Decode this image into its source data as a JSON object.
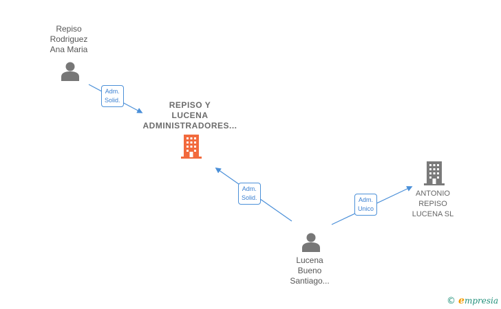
{
  "colors": {
    "edge": "#4a8fd8",
    "person_icon": "#777777",
    "main_company_icon": "#f26a3d",
    "other_company_icon": "#7a7a7a"
  },
  "nodes": {
    "person_repiso": {
      "lines": [
        "Repiso",
        "Rodriguez",
        "Ana Maria"
      ],
      "icon": "person-icon"
    },
    "company_main": {
      "lines": [
        "REPISO Y",
        "LUCENA",
        "ADMINISTRADORES..."
      ],
      "icon": "building-icon"
    },
    "company_antonio": {
      "lines": [
        "ANTONIO",
        "REPISO",
        "LUCENA SL"
      ],
      "icon": "building-icon"
    },
    "person_lucena": {
      "lines": [
        "Lucena",
        "Bueno",
        "Santiago..."
      ],
      "icon": "person-icon"
    }
  },
  "edges": {
    "repiso_to_main": {
      "lines": [
        "Adm.",
        "Solid."
      ]
    },
    "lucena_to_main": {
      "lines": [
        "Adm.",
        "Solid."
      ]
    },
    "lucena_to_antonio": {
      "lines": [
        "Adm.",
        "Unico"
      ]
    }
  },
  "brand": {
    "copyright": "©",
    "initial": "e",
    "rest": "mpresia"
  }
}
